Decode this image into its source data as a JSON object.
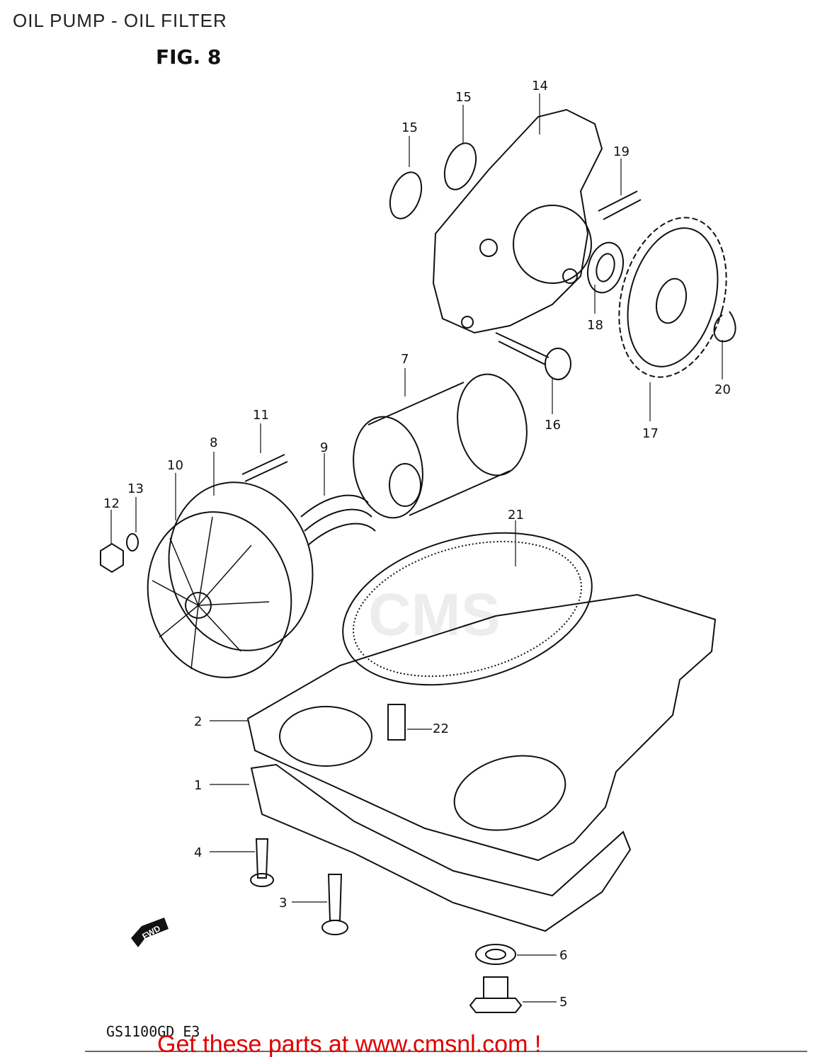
{
  "page": {
    "title": "OIL PUMP - OIL FILTER",
    "figure": "FIG. 8",
    "model_code": "GS1100GD E3",
    "footer_link": "Get these parts at www.cmsnl.com !",
    "watermark": "CMS",
    "fwd_label": "FWD"
  },
  "callouts": {
    "c1": "1",
    "c2": "2",
    "c3": "3",
    "c4": "4",
    "c5": "5",
    "c6": "6",
    "c7": "7",
    "c8": "8",
    "c9": "9",
    "c10": "10",
    "c11": "11",
    "c12": "12",
    "c13": "13",
    "c14": "14",
    "c15a": "15",
    "c15b": "15",
    "c16": "16",
    "c17": "17",
    "c18": "18",
    "c19": "19",
    "c20": "20",
    "c21": "21",
    "c22": "22"
  },
  "colors": {
    "line": "#111111",
    "footer": "#e00000"
  }
}
